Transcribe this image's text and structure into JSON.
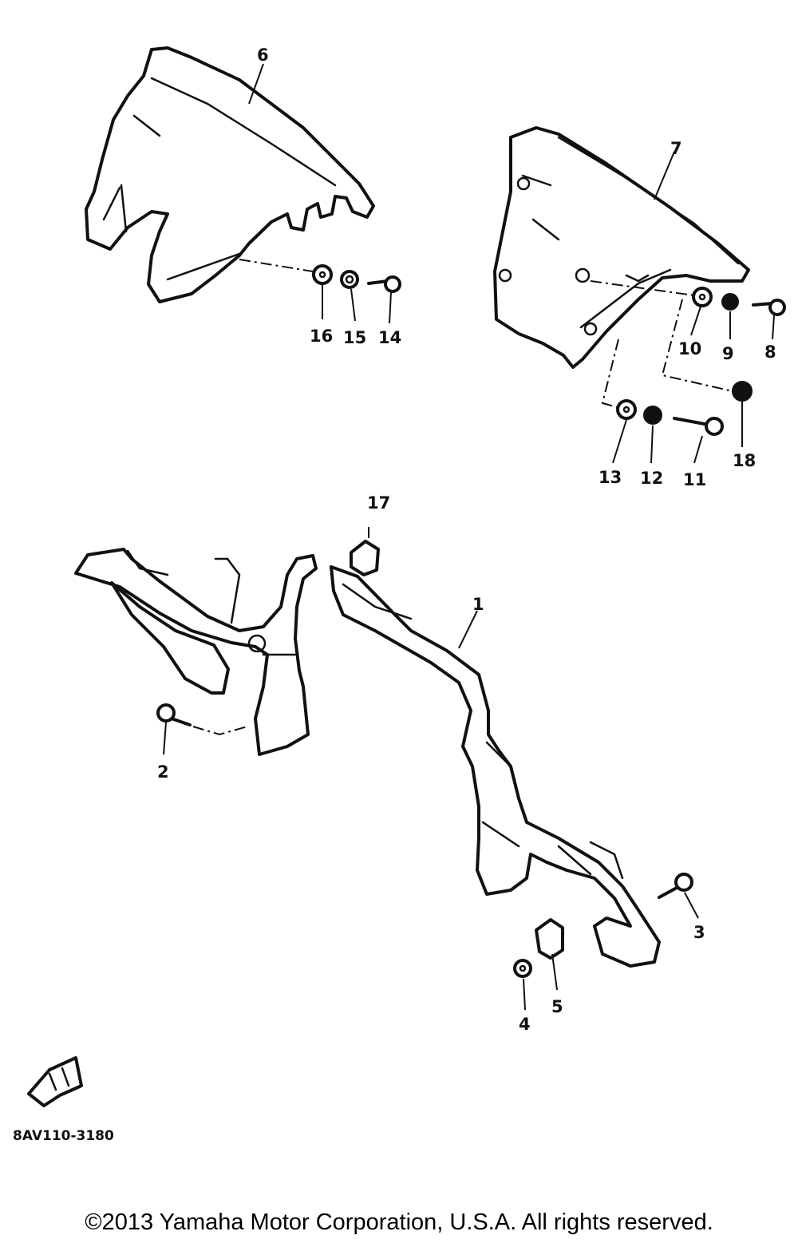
{
  "diagram": {
    "callouts": [
      "1",
      "2",
      "3",
      "4",
      "5",
      "6",
      "7",
      "8",
      "9",
      "10",
      "11",
      "12",
      "13",
      "14",
      "15",
      "16",
      "17",
      "18"
    ],
    "reference_code": "8AV110-3180",
    "copyright": "©2013 Yamaha Motor Corporation, U.S.A. All rights reserved."
  }
}
